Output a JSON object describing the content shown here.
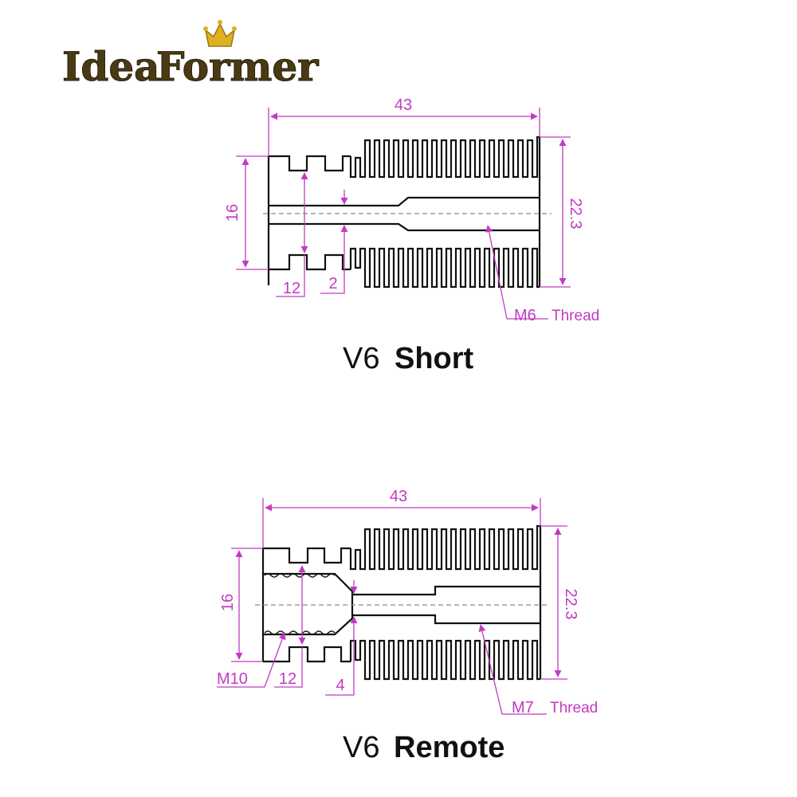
{
  "brand": {
    "logo_text_left": "Idea",
    "logo_text_right": "Former",
    "logo_color": "#4a3a14",
    "crown_color": "#e0b020"
  },
  "colors": {
    "drawing_line": "#111111",
    "dimension": "#c23ac2",
    "centerline": "#888888"
  },
  "diagrams": [
    {
      "id": "v6-short",
      "caption_prefix": "V6",
      "caption_bold": "Short",
      "dimensions": {
        "length": "43",
        "height_right": "22.3",
        "height_left": "16",
        "groove_diameter": "12",
        "bore": "2",
        "thread_size": "M6",
        "thread_word": "Thread"
      }
    },
    {
      "id": "v6-remote",
      "caption_prefix": "V6",
      "caption_bold": "Remote",
      "dimensions": {
        "length": "43",
        "height_right": "22.3",
        "height_left": "16",
        "groove_diameter": "12",
        "inlet_thread": "M10",
        "bore": "4",
        "thread_size": "M7",
        "thread_word": "Thread"
      }
    }
  ]
}
